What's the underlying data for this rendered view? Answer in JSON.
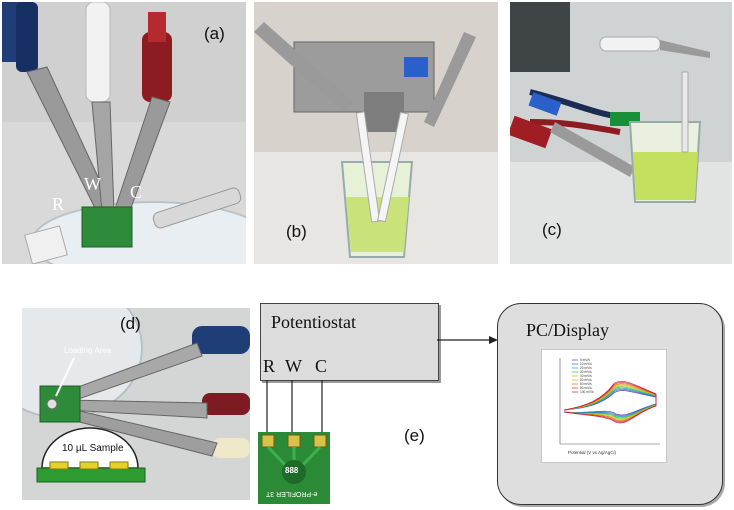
{
  "panels": {
    "a": {
      "label": "(a)",
      "electrodes": [
        "R",
        "W",
        "C"
      ]
    },
    "b": {
      "label": "(b)"
    },
    "c": {
      "label": "(c)"
    },
    "d": {
      "label": "(d)",
      "loading_area": "Loading Area",
      "sample": "10 µL Sample"
    },
    "e": {
      "label": "(e)",
      "potentiostat": "Potentiostat",
      "electrodes": [
        "R",
        "W",
        "C"
      ],
      "display": "PC/Display",
      "chip_text": "e-PROFILER 3T",
      "chip_code": "888"
    }
  },
  "cv_plot": {
    "xlabel": "Potential (V vs Ag/AgCl)",
    "legend": [
      "5 mV/s",
      "10 mV/s",
      "20 mV/s",
      "30 mV/s",
      "40 mV/s",
      "50 mV/s",
      "60 mV/s",
      "80 mV/s",
      "100 mV/s"
    ],
    "colors": [
      "#7b2cbf",
      "#2a6fdb",
      "#1aa3a3",
      "#2cbf5b",
      "#a3c41a",
      "#e0b000",
      "#e06a00",
      "#d62828",
      "#c2185b"
    ]
  }
}
